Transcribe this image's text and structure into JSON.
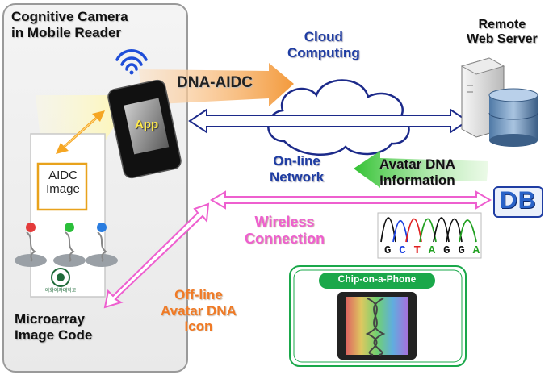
{
  "labels": {
    "camera": [
      "Cognitive Camera",
      "in Mobile Reader"
    ],
    "remote": [
      "Remote",
      "Web Server"
    ],
    "cloud": [
      "Cloud",
      "Computing"
    ],
    "dna_aidc": "DNA-AIDC",
    "app": "App",
    "network": [
      "On-line",
      "Network"
    ],
    "avatar_info": [
      "Avatar DNA",
      "Information"
    ],
    "db": "DB",
    "wireless": [
      "Wireless",
      "Connection"
    ],
    "aidc_image": [
      "AIDC",
      "Image"
    ],
    "offline": [
      "Off-line",
      "Avatar DNA",
      "Icon"
    ],
    "microarray": [
      "Microarray",
      "Image Code"
    ],
    "chip": "Chip-on-a-Phone",
    "sequence": [
      "G",
      "C",
      "T",
      "A",
      "G",
      "G",
      "A"
    ],
    "korean_logo_text": "이화여자대학교"
  },
  "colors": {
    "network_arrow": "#1c2a8a",
    "wireless_arrow": "#ee5fcf",
    "upload_arrow": "#f39a3c",
    "avatar_arrow": "#3cc13c",
    "db_text": "#2a63c8",
    "chip_green": "#1aa84a",
    "aidc_border": "#e8a21c"
  }
}
